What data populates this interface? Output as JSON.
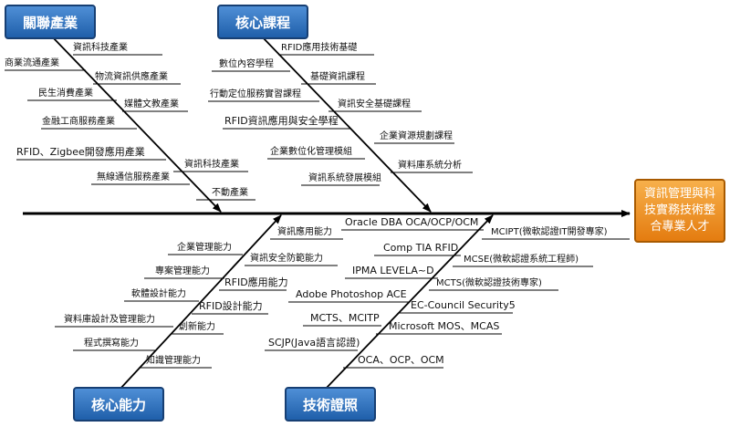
{
  "head": {
    "label": "資訊管理與科技實務技術整合專業人才"
  },
  "categories": {
    "top_left": "關聯產業",
    "top_right": "核心課程",
    "bottom_left": "核心能力",
    "bottom_right": "技術證照"
  },
  "top_left": {
    "labels": [
      "資訊科技產業",
      "商業流通產業",
      "物流資訊供應產業",
      "民生消費產業",
      "媒體文教產業",
      "金融工商服務產業",
      "RFID、Zigbee開發應用產業",
      "資訊科技產業",
      "無線通信服務產業",
      "不動產業"
    ]
  },
  "top_right": {
    "labels": [
      "RFID應用技術基礎",
      "數位內容學程",
      "基礎資訊課程",
      "行動定位服務實習課程",
      "資訊安全基礎課程",
      "RFID資訊應用與安全學程",
      "企業資源規劃課程",
      "企業數位化管理模組",
      "資料庫系統分析",
      "資訊系統發展模組"
    ]
  },
  "bottom_left": {
    "labels": [
      "資訊應用能力",
      "企業管理能力",
      "資訊安全防範能力",
      "專案管理能力",
      "RFID應用能力",
      "軟體設計能力",
      "RFID設計能力",
      "資料庫設計及管理能力",
      "創新能力",
      "程式撰寫能力",
      "知識管理能力"
    ]
  },
  "bottom_right": {
    "labels": [
      "Oracle DBA OCA/OCP/OCM",
      "MCIPT(微軟認證IT開發專家)",
      "Comp TIA RFID",
      "MCSE(微軟認證系統工程師)",
      "IPMA LEVELA~D",
      "MCTS(微軟認證技術專家)",
      "Adobe Photoshop ACE",
      "EC-Council Security5",
      "MCTS、MCITP",
      "Microsoft MOS、MCAS",
      "SCJP(Java語言認證)",
      "OCA、OCP、OCM"
    ]
  }
}
